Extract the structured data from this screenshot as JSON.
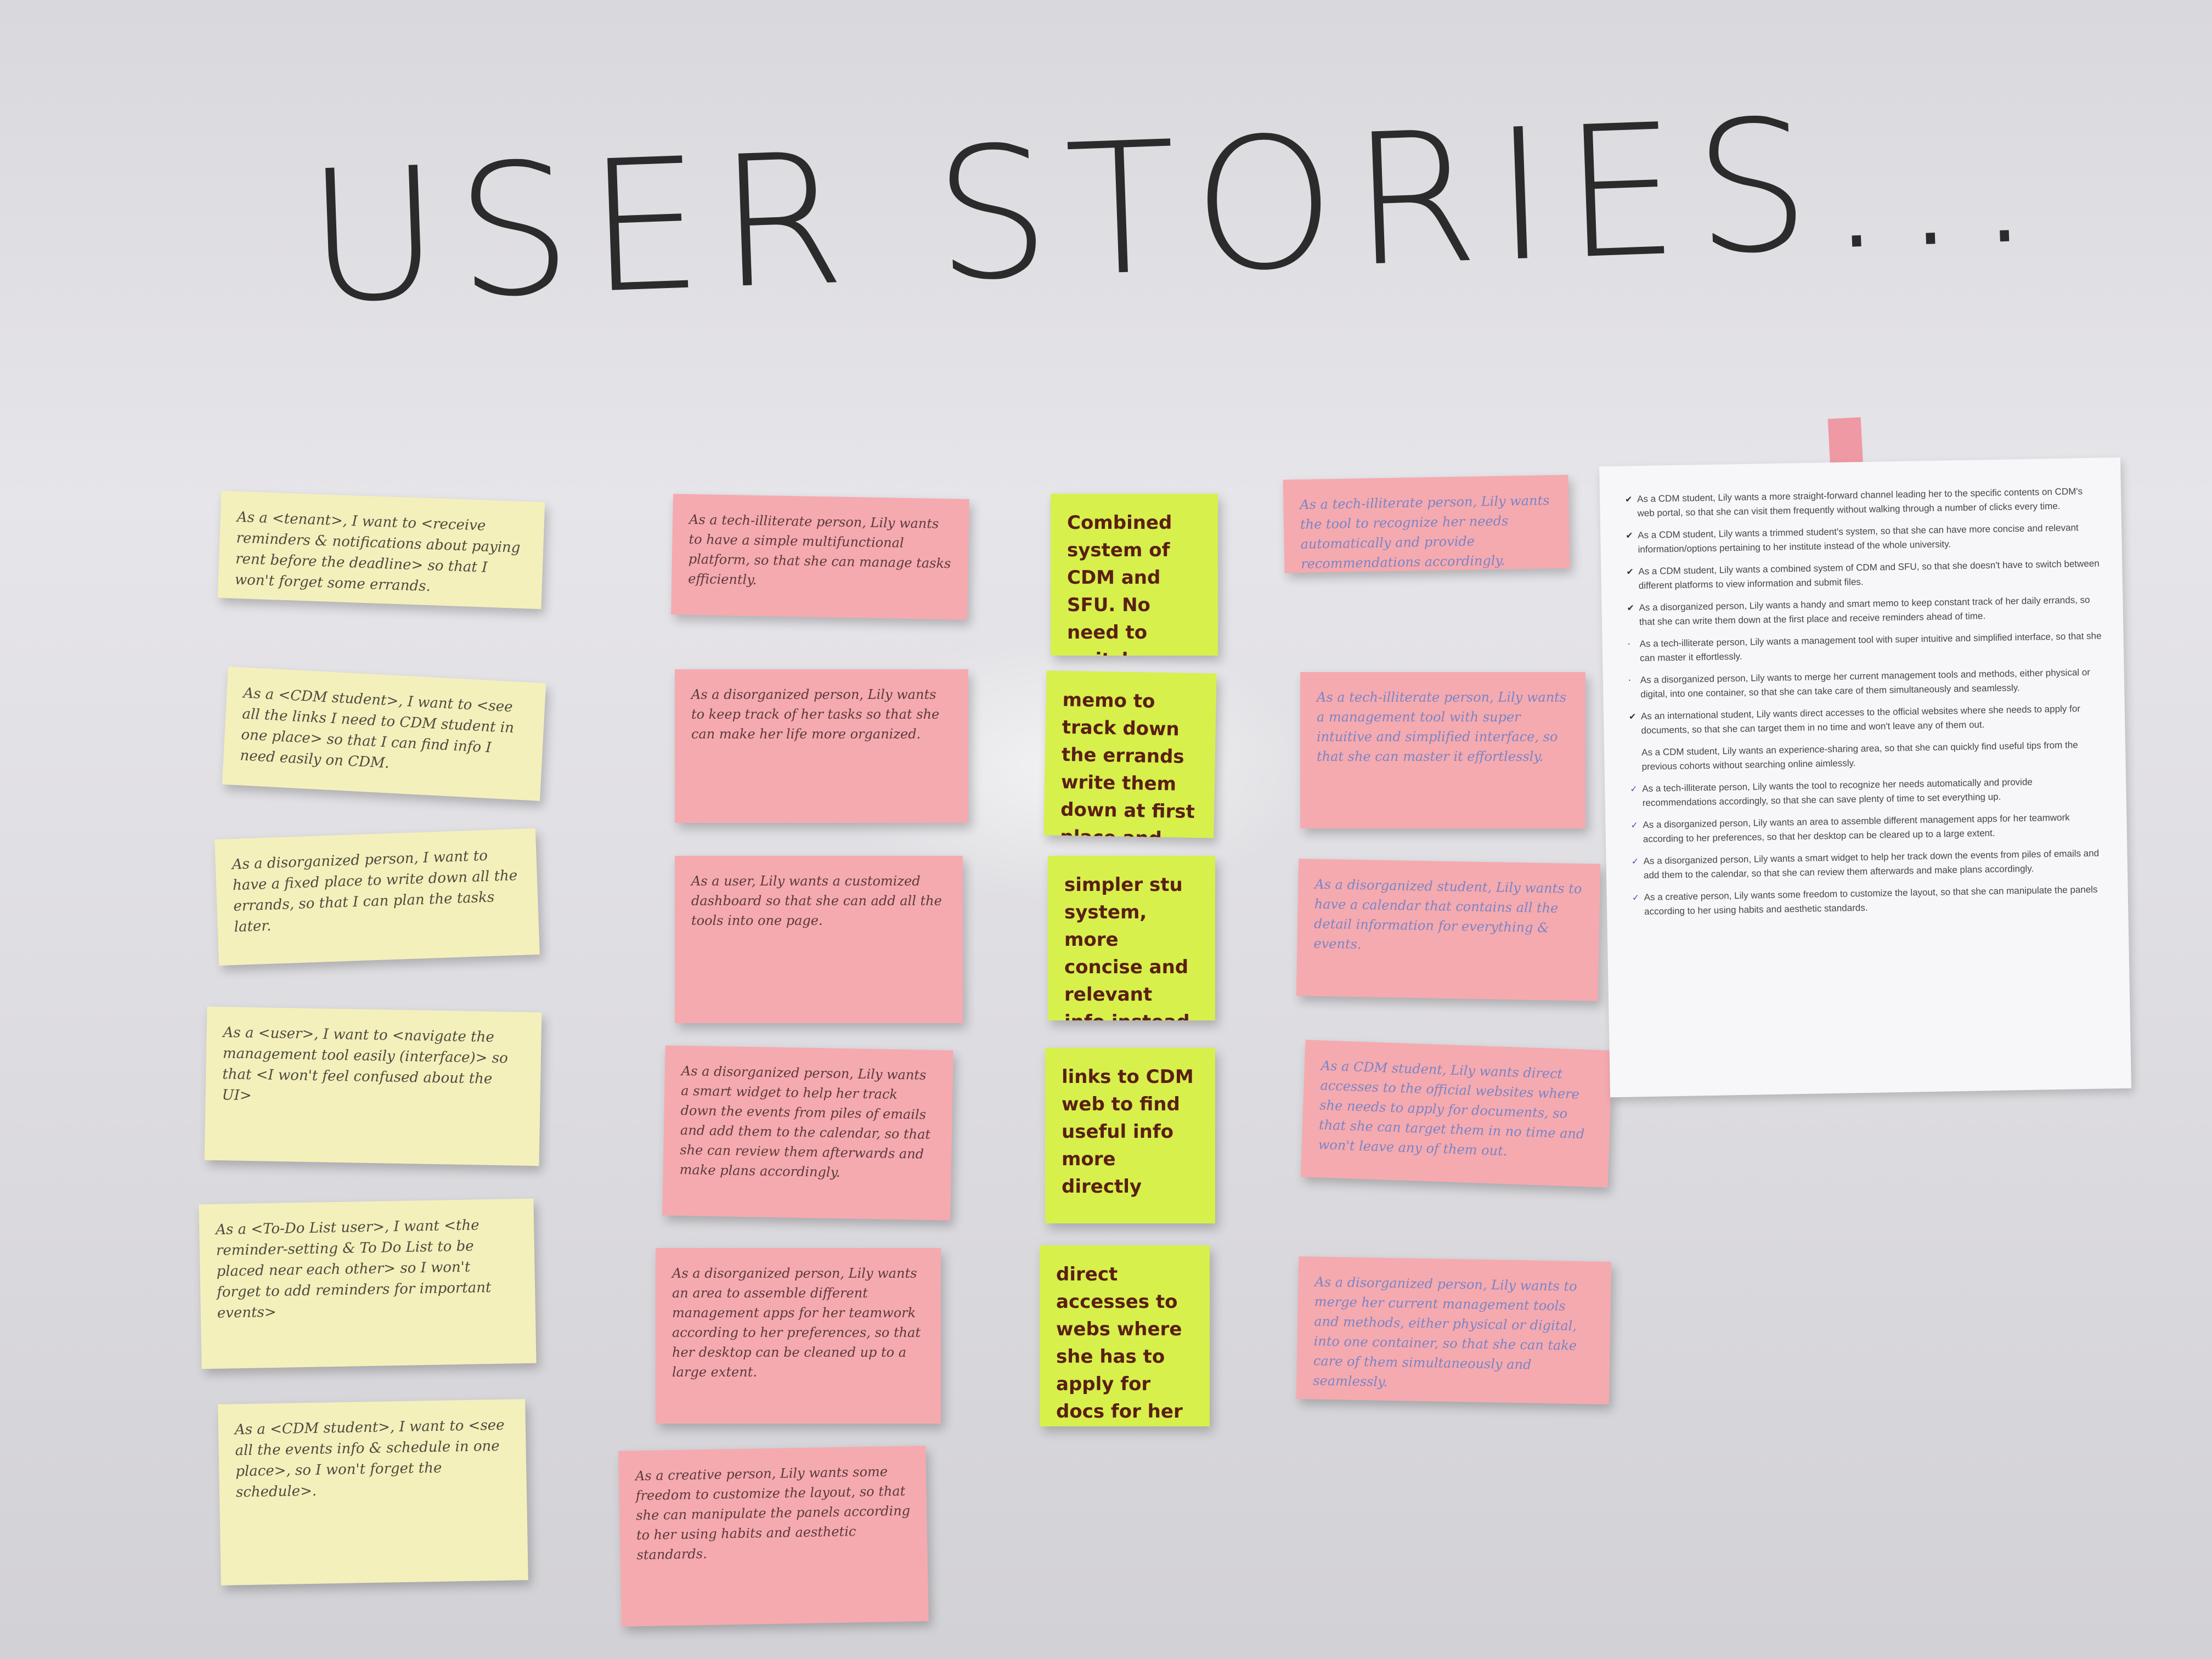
{
  "title": "USER STORIES...",
  "yellow_notes": [
    "As a <tenant>, I want to <receive reminders & notifications about paying rent before the deadline> so that I won't forget some errands.",
    "As a <CDM student>, I want to <see all the links I need to CDM student in one place> so that I can find info I need easily on CDM.",
    "As a disorganized person, I want to have a fixed place to write down all the errands, so that I can plan the tasks later.",
    "As a <user>, I want to <navigate the management tool easily (interface)> so that <I won't feel confused about the UI>",
    "As a <To-Do List user>, I want <the reminder-setting & To Do List to be placed near each other> so I won't forget to add reminders for important events>",
    "As a <CDM student>, I want to <see all the events info & schedule in one place>, so I won't forget the schedule>."
  ],
  "pink_notes_col2": [
    "As a tech-illiterate person, Lily wants to have a simple multifunctional platform, so that she can manage tasks efficiently.",
    "As a disorganized person, Lily wants to keep track of her tasks so that she can make her life more organized.",
    "As a user, Lily wants a customized dashboard so that she can add all the tools into one page.",
    "As a disorganized person, Lily wants a smart widget to help her track down the events from piles of emails and add them to the calendar, so that she can review them afterwards and make plans accordingly.",
    "As a disorganized person, Lily wants an area to assemble different management apps for her teamwork according to her preferences, so that her desktop can be cleaned up to a large extent.",
    "As a creative person, Lily wants some freedom to customize the layout, so that she can manipulate the panels according to her using habits and aesthetic standards."
  ],
  "green_notes": [
    "Combined system of CDM and SFU. No need to switch between two systems",
    "memo to track down the errands write them down at first place and receive reminders",
    "simpler stu system, more concise and relevant info instead of whole university",
    "links to CDM web to find useful info more directly",
    "direct accesses to webs where she has to apply for docs for her international identity. target easily and won't miss"
  ],
  "pink_notes_col4": [
    "As a tech-illiterate person, Lily wants the tool to recognize her needs automatically and provide recommendations accordingly.",
    "As a tech-illiterate person, Lily wants a management tool with super intuitive and simplified interface, so that she can master it effortlessly.",
    "As a disorganized student, Lily wants to have a calendar that contains all the detail information for everything & events.",
    "As a CDM student, Lily wants direct accesses to the official websites where she needs to apply for documents, so that she can target them in no time and won't leave any of them out.",
    "As a disorganized person, Lily wants to merge her current management tools and methods, either physical or digital, into one container, so that she can take care of them simultaneously and seamlessly."
  ],
  "printed_list": [
    {
      "text": "As a CDM student, Lily wants a more straight-forward channel leading her to the specific contents on CDM's web portal, so that she can visit them frequently without walking through a number of clicks every time.",
      "mark": "✔",
      "mark_color": "#333333"
    },
    {
      "text": "As a CDM student, Lily wants a trimmed student's system, so that she can have more concise and relevant information/options pertaining to her institute instead of the whole university.",
      "mark": "✔",
      "mark_color": "#333333"
    },
    {
      "text": "As a CDM student, Lily wants a combined system of CDM and SFU, so that she doesn't have to switch between different platforms to view information and submit files.",
      "mark": "✔",
      "mark_color": "#333333"
    },
    {
      "text": "As a disorganized person, Lily wants a handy and smart memo to keep constant track of her daily errands, so that she can write them down at the first place and receive reminders ahead of time.",
      "mark": "✔",
      "mark_color": "#333333"
    },
    {
      "text": "As a tech-illiterate person, Lily wants a management tool with super intuitive and simplified interface, so that she can master it effortlessly.",
      "mark": "·",
      "mark_color": "#333333"
    },
    {
      "text": "As a disorganized person, Lily wants to merge her current management tools and methods, either physical or digital, into one container, so that she can take care of them simultaneously and seamlessly.",
      "mark": "·",
      "mark_color": "#333333"
    },
    {
      "text": "As an international student, Lily wants direct accesses to the official websites where she needs to apply for documents, so that she can target them in no time and won't leave any of them out.",
      "mark": "✔",
      "mark_color": "#333333"
    },
    {
      "text": "As a CDM student, Lily wants an experience-sharing area, so that she can quickly find useful tips from the previous cohorts without searching online aimlessly.",
      "mark": "",
      "mark_color": "#333333"
    },
    {
      "text": "As a tech-illiterate person, Lily wants the tool to recognize her needs automatically and provide recommendations accordingly, so that she can save plenty of time to set everything up.",
      "mark": "✓",
      "mark_color": "#3c55a8"
    },
    {
      "text": "As a disorganized person, Lily wants an area to assemble different management apps for her teamwork according to her preferences, so that her desktop can be cleared up to a large extent.",
      "mark": "✓",
      "mark_color": "#3c55a8"
    },
    {
      "text": "As a disorganized person, Lily wants a smart widget to help her track down the events from piles of emails and add them to the calendar, so that she can review them afterwards and make plans accordingly.",
      "mark": "✓",
      "mark_color": "#3c55a8"
    },
    {
      "text": "As a creative person, Lily wants some freedom to customize the layout, so that she can manipulate the panels according to her using habits and aesthetic standards.",
      "mark": "✓",
      "mark_color": "#3c55a8"
    }
  ],
  "colors": {
    "whiteboard": "#e2e1e5",
    "yellow_note": "#f4f0bb",
    "pink_note": "#f5aab0",
    "green_note": "#d7f04c",
    "tape": "#f08c96"
  }
}
